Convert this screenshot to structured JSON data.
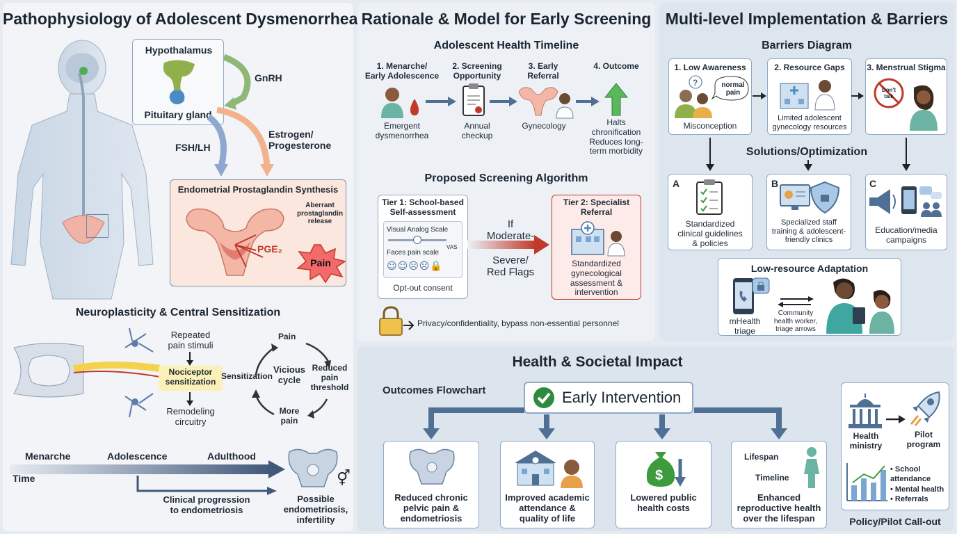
{
  "colors": {
    "panel_left": "#f2f4f7",
    "panel_mid": "#edf1f6",
    "panel_right": "#dde5ee",
    "panel_bottom": "#dce4ee",
    "card_border": "#8fa9c6",
    "arrow_blue": "#4f6f95",
    "alert_red": "#c0392b",
    "green": "#3d9b3d",
    "synthesis_bg": "#fbe7dd"
  },
  "panel1": {
    "title": "Pathophysiology of Adolescent Dysmenorrhea",
    "hypothalamus": "Hypothalamus",
    "pituitary": "Pituitary gland",
    "gnrh": "GnRH",
    "fsh_lh": "FSH/LH",
    "estrogen": "Estrogen/\nProgesterone",
    "synthesis_title": "Endometrial Prostaglandin Synthesis",
    "aberrant": "Aberrant\nprostaglandin\nrelease",
    "pge2": "PGE₂",
    "pain": "Pain"
  },
  "neuro": {
    "title": "Neuroplasticity & Central Sensitization",
    "repeated": "Repeated\npain stimuli",
    "nociceptor": "Nociceptor\nsensitization",
    "remodeling": "Remodeling\ncircuitry",
    "cycle_pain": "Pain",
    "cycle_reduced": "Reduced\npain\nthreshold",
    "cycle_more": "More\npain",
    "cycle_sensitization": "Sensitization",
    "cycle_center": "Vicious\ncycle"
  },
  "timeline_left": {
    "menarche": "Menarche",
    "adolescence": "Adolescence",
    "adulthood": "Adulthood",
    "time": "Time",
    "progression": "Clinical progression\nto endometriosis",
    "outcome": "Possible\nendometriosis,\ninfertility"
  },
  "panel2": {
    "title": "Rationale & Model for Early Screening",
    "timeline_title": "Adolescent Health Timeline",
    "steps": [
      {
        "label": "1. Menarche/\nEarly Adolescence",
        "caption": "Emergent\ndysmenorrhea"
      },
      {
        "label": "2. Screening\nOpportunity",
        "caption": "Annual\ncheckup"
      },
      {
        "label": "3. Early\nReferral",
        "caption": "Gynecology"
      },
      {
        "label": "4. Outcome",
        "caption": "Halts\nchronification\nReduces long-\nterm morbidity"
      }
    ],
    "algorithm_title": "Proposed Screening Algorithm",
    "tier1_title": "Tier 1: School-based\nSelf-assessment",
    "vas_label": "Visual Analog Scale",
    "vas": "VAS",
    "faces_label": "Faces pain scale",
    "optout": "Opt-out consent",
    "if_text": "If\nModerate-\n\nSevere/\nRed Flags",
    "tier2_title": "Tier 2: Specialist\nReferral",
    "tier2_caption": "Standardized\ngynecological\nassessment &\nintervention",
    "privacy": "Privacy/confidentiality, bypass non-essential personnel"
  },
  "panel3": {
    "title": "Multi-level Implementation & Barriers",
    "barriers_title": "Barriers Diagram",
    "barriers": [
      {
        "title": "1. Low Awareness",
        "caption": "Misconception",
        "bubble": "normal\npain"
      },
      {
        "title": "2. Resource Gaps",
        "caption": "Limited adolescent\ngynecology resources"
      },
      {
        "title": "3. Menstrual Stigma",
        "bubble": "Don't\ntalk"
      }
    ],
    "solutions_title": "Solutions/Optimization",
    "solutions": [
      {
        "letter": "A",
        "caption": "Standardized\nclinical guidelines\n& policies"
      },
      {
        "letter": "B",
        "caption": "Specialized staff\ntraining & adolescent-\nfriendly clinics"
      },
      {
        "letter": "C",
        "caption": "Education/media\ncampaigns"
      }
    ],
    "lowres_title": "Low-resource Adaptation",
    "mhealth": "mHealth\ntriage",
    "chw": "Community\nhealth worker,\ntriage arrows"
  },
  "panel4": {
    "title": "Health & Societal Impact",
    "flow_title": "Outcomes Flowchart",
    "early": "Early Intervention",
    "outcomes": [
      "Reduced chronic\npelvic pain &\nendometriosis",
      "Improved academic\nattendance &\nquality of life",
      "Lowered public\nhealth costs",
      "Enhanced\nreproductive health\nover the lifespan"
    ],
    "lifespan": "Lifespan",
    "timeline": "Timeline",
    "ministry": "Health\nministry",
    "pilot": "Pilot\nprogram",
    "metrics": "• School\n  attendance\n• Mental health\n• Referrals",
    "callout": "Policy/Pilot Call-out"
  }
}
